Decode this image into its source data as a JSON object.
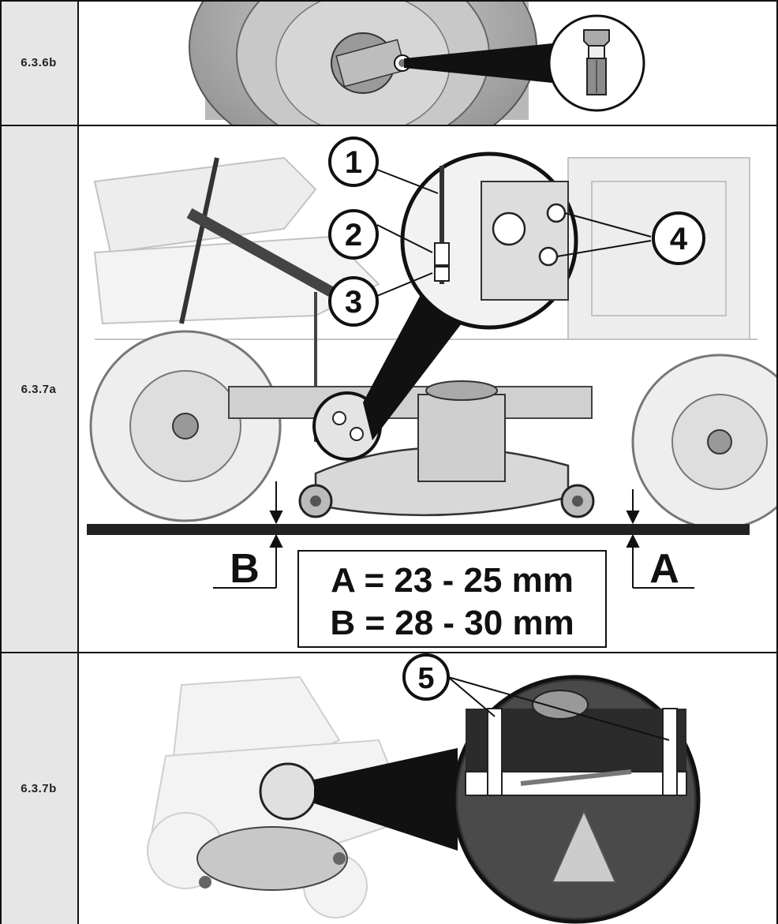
{
  "rows": [
    {
      "label": "6.3.6b"
    },
    {
      "label": "6.3.7a"
    },
    {
      "label": "6.3.7b"
    }
  ],
  "figure_7a": {
    "callouts": [
      "1",
      "2",
      "3",
      "4"
    ],
    "marker_b": "B",
    "marker_a": "A",
    "spec_a": "A = 23 - 25 mm",
    "spec_b": "B = 28 - 30 mm"
  },
  "figure_7b": {
    "callouts": [
      "5"
    ]
  }
}
